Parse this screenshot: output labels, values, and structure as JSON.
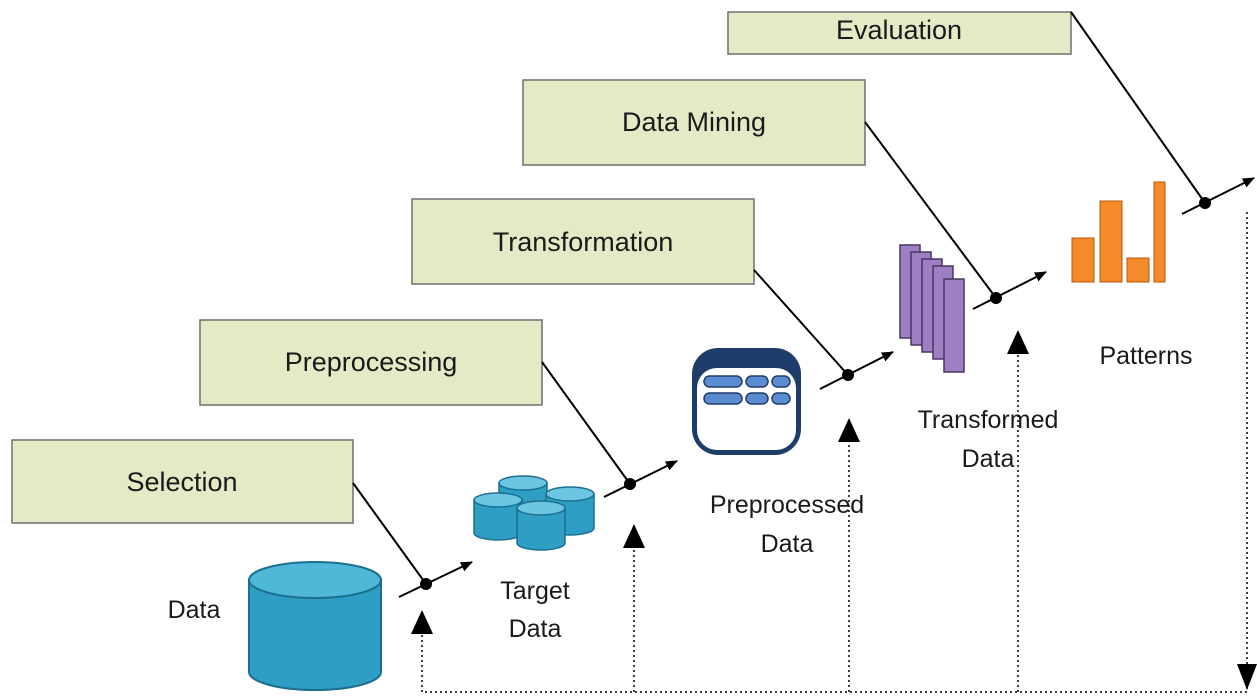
{
  "steps": [
    {
      "label": "Selection"
    },
    {
      "label": "Preprocessing"
    },
    {
      "label": "Transformation"
    },
    {
      "label": "Data Mining"
    },
    {
      "label": "Evaluation"
    }
  ],
  "items": {
    "data": "Data",
    "target_data": [
      "Target",
      "Data"
    ],
    "preprocessed_data": [
      "Preprocessed",
      "Data"
    ],
    "transformed_data": [
      "Transformed",
      "Data"
    ],
    "patterns": "Patterns"
  },
  "colors": {
    "step_box_fill": "#e2ebc6",
    "database_blue": "#2e9ec4",
    "database_outline": "#1d6f8f",
    "panel_navy": "#1e3d6b",
    "panel_blue": "#5b8bd0",
    "transformed_purple": "#9d7fc4",
    "pattern_orange": "#f58a28"
  },
  "icons": [
    "database-icon",
    "multi-database-icon",
    "table-panel-icon",
    "stacked-sheets-icon",
    "bar-pattern-icon"
  ]
}
